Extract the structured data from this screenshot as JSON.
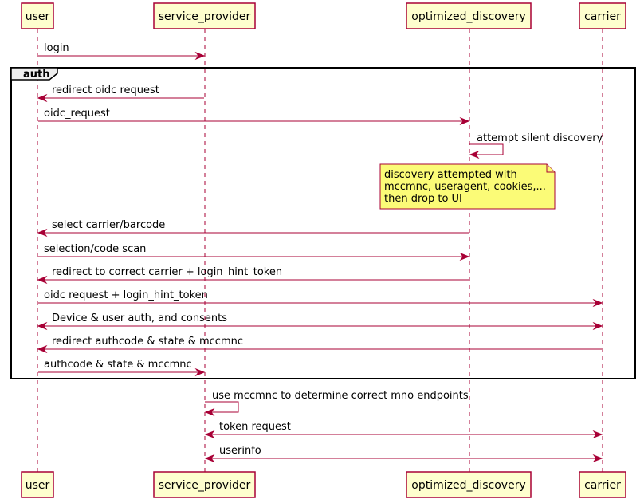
{
  "participants": [
    {
      "id": "user",
      "label": "user"
    },
    {
      "id": "sp",
      "label": "service_provider"
    },
    {
      "id": "od",
      "label": "optimized_discovery"
    },
    {
      "id": "carrier",
      "label": "carrier"
    }
  ],
  "frame": {
    "label": "auth"
  },
  "messages": [
    {
      "from": "user",
      "to": "sp",
      "label": "login",
      "arrows": "to"
    },
    {
      "from": "sp",
      "to": "user",
      "label": "redirect oidc request",
      "arrows": "to"
    },
    {
      "from": "user",
      "to": "od",
      "label": "oidc_request",
      "arrows": "to"
    },
    {
      "from": "od",
      "to": "od",
      "label": "attempt silent discovery",
      "arrows": "self"
    },
    {
      "from": "od",
      "to": "user",
      "label": "select carrier/barcode",
      "arrows": "to"
    },
    {
      "from": "user",
      "to": "od",
      "label": "selection/code scan",
      "arrows": "to"
    },
    {
      "from": "od",
      "to": "user",
      "label": "redirect to correct carrier + login_hint_token",
      "arrows": "to"
    },
    {
      "from": "user",
      "to": "carrier",
      "label": "oidc request + login_hint_token",
      "arrows": "to"
    },
    {
      "from": "user",
      "to": "carrier",
      "label": "Device & user auth, and consents",
      "arrows": "both"
    },
    {
      "from": "carrier",
      "to": "user",
      "label": "redirect authcode & state & mccmnc",
      "arrows": "to"
    },
    {
      "from": "user",
      "to": "sp",
      "label": "authcode & state & mccmnc",
      "arrows": "to"
    },
    {
      "from": "sp",
      "to": "sp",
      "label": "use mccmnc to determine correct mno endpoints",
      "arrows": "self"
    },
    {
      "from": "sp",
      "to": "carrier",
      "label": "token request",
      "arrows": "both"
    },
    {
      "from": "sp",
      "to": "carrier",
      "label": "userinfo",
      "arrows": "both"
    }
  ],
  "note": {
    "over": "od",
    "lines": [
      "discovery attempted with",
      "mccmnc, useragent, cookies,...",
      "then drop to UI"
    ]
  },
  "colors": {
    "accent": "#A80036",
    "participant_fill": "#FEFECE",
    "note_fill": "#FBFB77",
    "frame_tab": "#EEEEEE"
  }
}
